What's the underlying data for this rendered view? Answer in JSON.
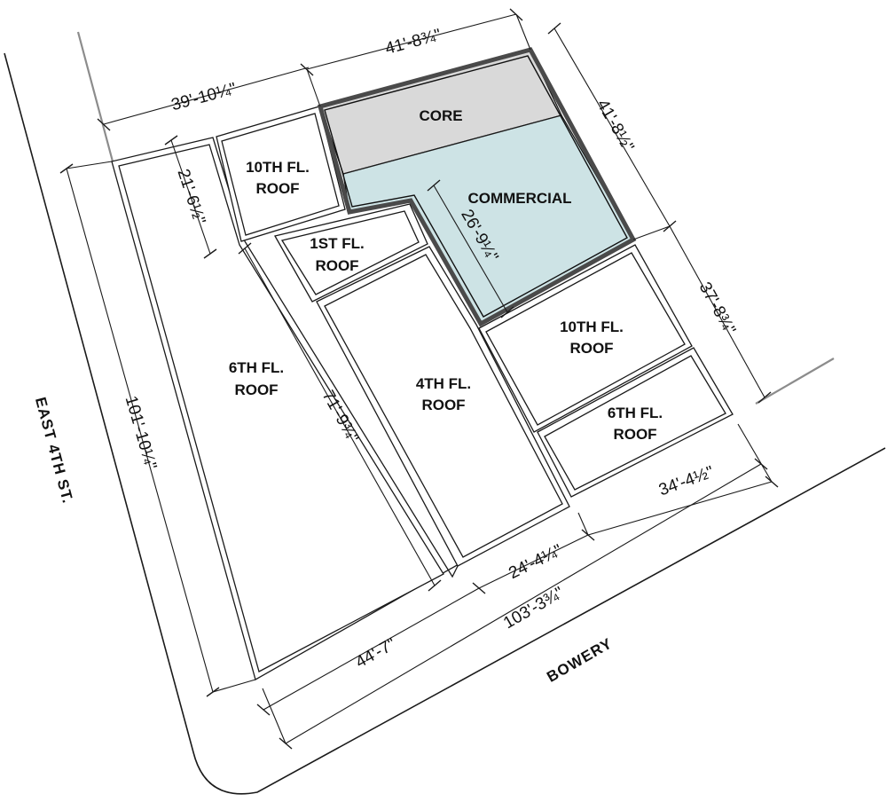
{
  "streets": {
    "west": "EAST 4TH ST.",
    "south": "BOWERY"
  },
  "zones": {
    "core": "CORE",
    "commercial": "COMMERCIAL",
    "roof_10th_west": [
      "10TH FL.",
      "ROOF"
    ],
    "roof_1st": [
      "1ST FL.",
      "ROOF"
    ],
    "roof_6th_west": [
      "6TH FL.",
      "ROOF"
    ],
    "roof_4th": [
      "4TH FL.",
      "ROOF"
    ],
    "roof_10th_east": [
      "10TH FL.",
      "ROOF"
    ],
    "roof_6th_east": [
      "6TH FL.",
      "ROOF"
    ]
  },
  "dimensions": {
    "top_north": "41'-8¾\"",
    "top_west": "39'-10¼\"",
    "east_upper": "41'-8½\"",
    "east_lower": "37'-8¾\"",
    "west_short": "21'-6½\"",
    "west_full": "101'-10¼\"",
    "interior_diag": "71'-9¾\"",
    "commercial_inner": "26'-9¼\"",
    "south_east": "34'-4½\"",
    "south_mid": "24'-4¼\"",
    "south_west": "44'-7\"",
    "south_full": "103'-3¾\""
  },
  "colors": {
    "core": "#d9d9d9",
    "commercial": "#cde3e5",
    "outline": "#4a4a4a"
  }
}
